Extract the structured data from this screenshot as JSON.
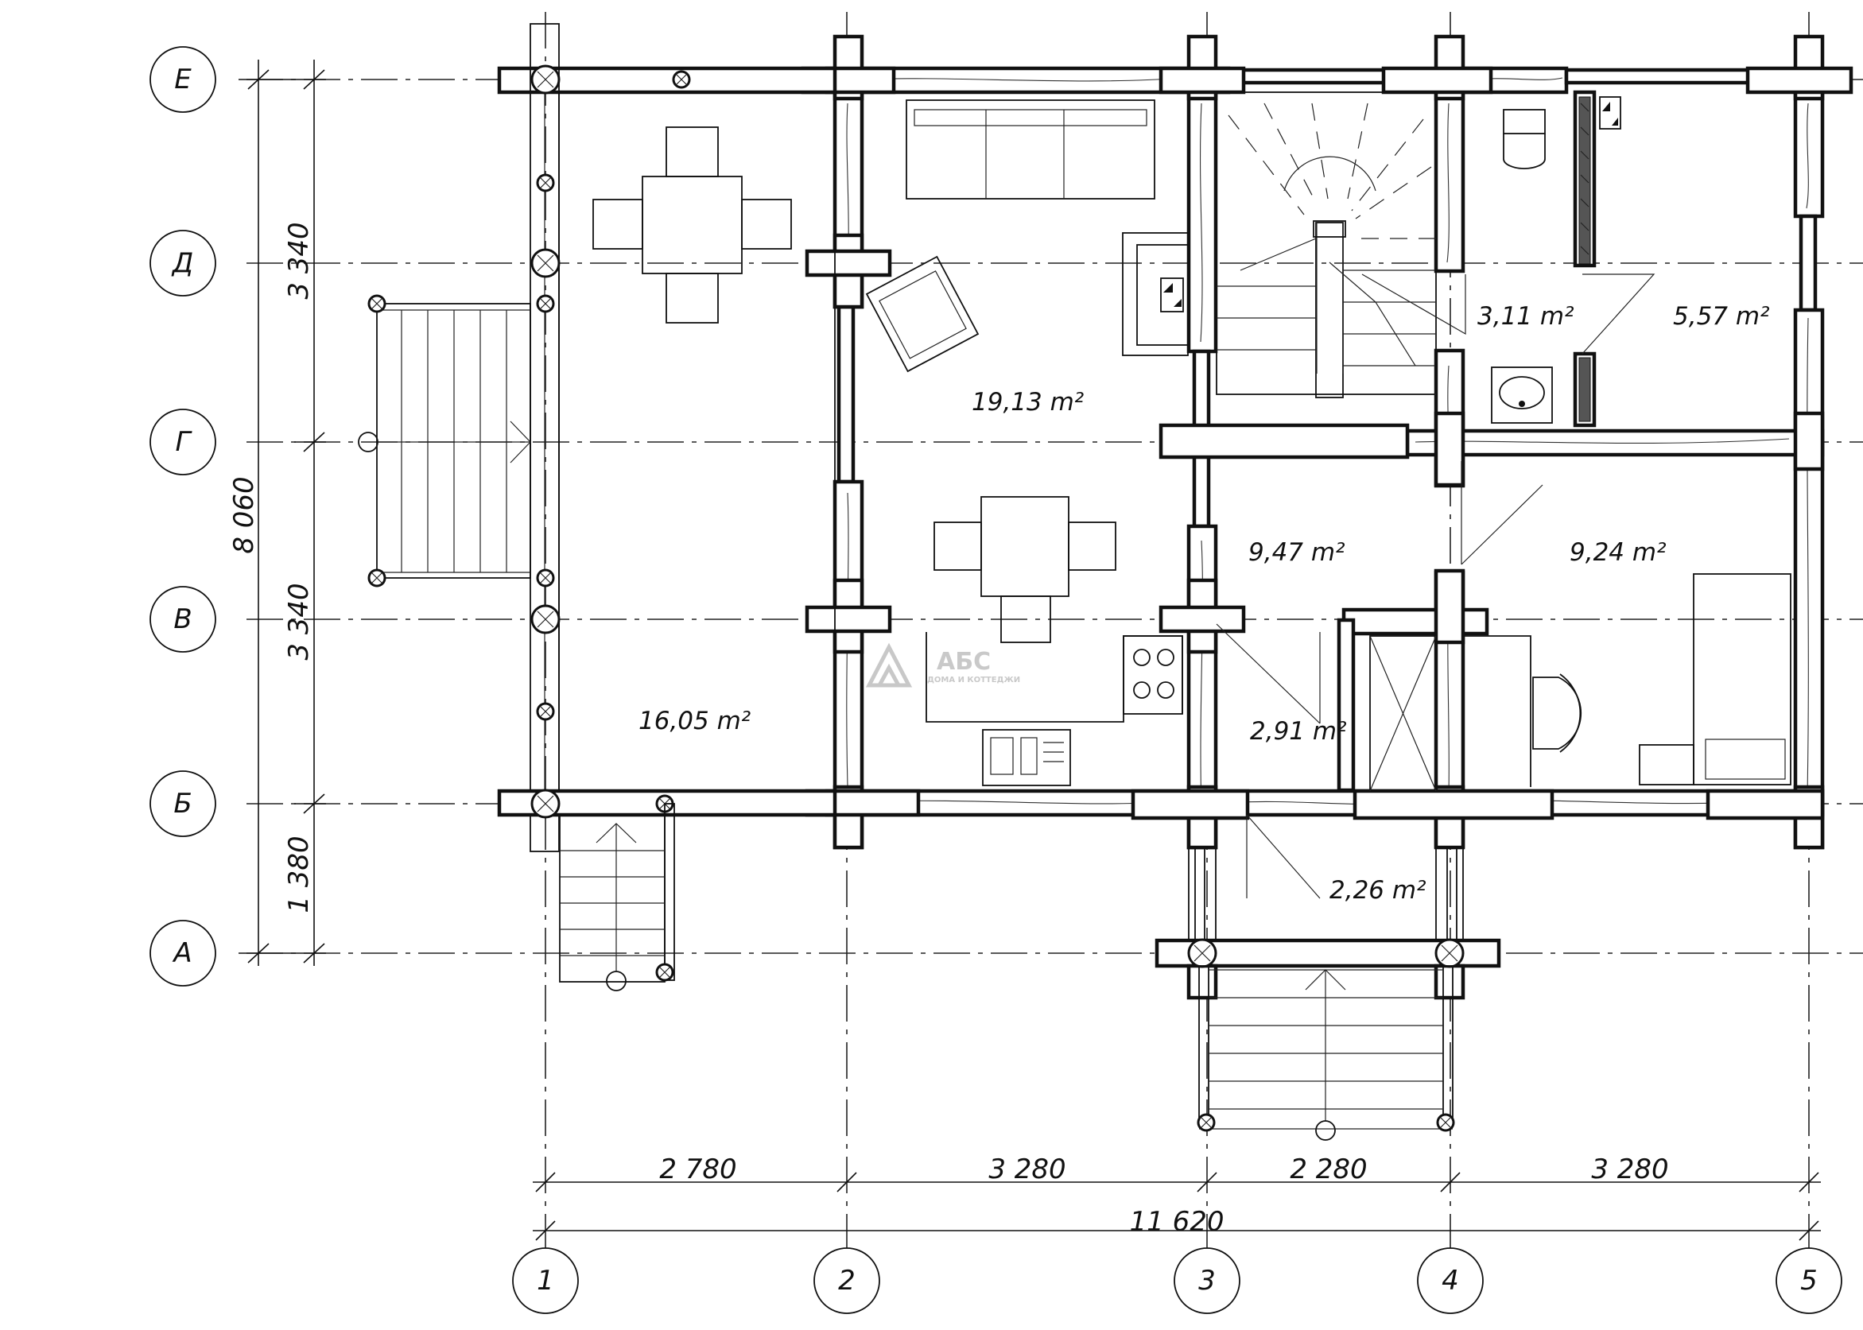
{
  "axes": {
    "rows": [
      "Е",
      "Д",
      "Г",
      "В",
      "Б",
      "А"
    ],
    "columns": [
      "1",
      "2",
      "3",
      "4",
      "5"
    ]
  },
  "dimensions": {
    "vertical_left": [
      "3 340",
      "3 340",
      "1 380"
    ],
    "vertical_total": "8 060",
    "horizontal": [
      "2 780",
      "3 280",
      "2 280",
      "3 280"
    ],
    "horizontal_total": "11 620"
  },
  "rooms": {
    "terrace": "16,05 m²",
    "living": "19,13 m²",
    "bath": "3,11 m²",
    "room_ne": "5,57 m²",
    "hall": "9,47 m²",
    "bedroom": "9,24 m²",
    "vestibule": "2,91 m²",
    "porch": "2,26 m²"
  },
  "logo": {
    "brand": "АБС",
    "tagline": "ДОМА И КОТТЕДЖИ"
  }
}
